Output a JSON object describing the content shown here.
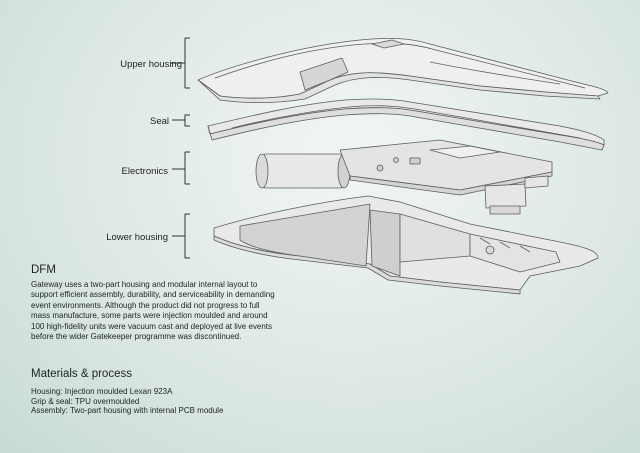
{
  "labels": {
    "upper_housing": "Upper housing",
    "seal": "Seal",
    "electronics": "Electronics",
    "lower_housing": "Lower housing"
  },
  "dfm": {
    "heading": "DFM",
    "body": "Gateway uses a two-part housing and modular internal layout to support efficient assembly, durability, and serviceability in demanding event environments. Although the product did not progress to full mass manufacture, some parts were injection moulded and around 100 high-fidelity units were vacuum cast and deployed at live events before the wider Gatekeeper programme was discontinued."
  },
  "materials": {
    "heading": "Materials & process",
    "housing": "Housing: Injection moulded Lexan 923A",
    "grip": "Grip & seal: TPU overmoulded",
    "assembly": "Assembly: Two-part housing with internal PCB module"
  },
  "colors": {
    "background": "#dde8e5",
    "part_fill": "#ececea",
    "part_stroke": "#5a5e60",
    "leader_line": "#333333"
  }
}
